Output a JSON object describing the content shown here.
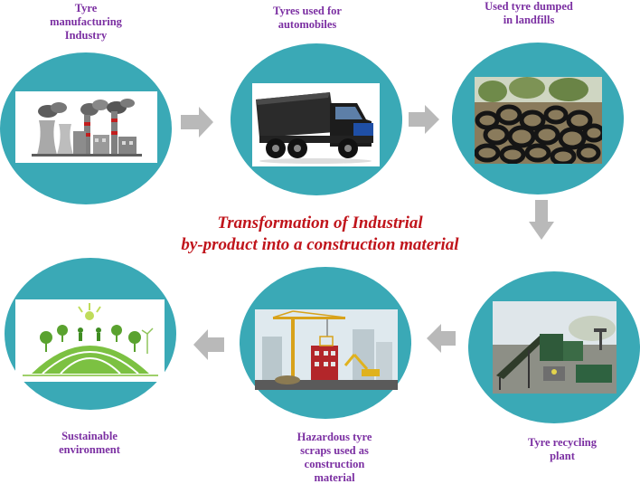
{
  "title": {
    "line1": "Transformation of Industrial",
    "line2": "by-product into a construction material"
  },
  "steps": [
    {
      "label": "Tyre manufacturing Industry",
      "icon": "factory-icon"
    },
    {
      "label": "Tyres used for automobiles",
      "icon": "truck-icon"
    },
    {
      "label": "Used tyre dumped in landfills",
      "icon": "tyre-pile-icon"
    },
    {
      "label": "Tyre recycling plant",
      "icon": "recycling-plant-icon"
    },
    {
      "label": "Hazardous tyre scraps used as construction material",
      "icon": "construction-site-icon"
    },
    {
      "label": "Sustainable environment",
      "icon": "green-earth-icon"
    }
  ],
  "labels_display": {
    "s1": [
      "Tyre",
      "manufacturing",
      "Industry"
    ],
    "s2": [
      "Tyres used for",
      "automobiles"
    ],
    "s3": [
      "Used tyre dumped",
      "in landfills"
    ],
    "s4": [
      "Tyre recycling",
      "plant"
    ],
    "s5": [
      "Hazardous tyre",
      "scraps used as",
      "construction",
      "material"
    ],
    "s6": [
      "Sustainable",
      "environment"
    ]
  },
  "colors": {
    "circle": "#3aa9b6",
    "label_text": "#7b2fa2",
    "title_text": "#c0141b",
    "arrow": "#b9b9b9"
  }
}
